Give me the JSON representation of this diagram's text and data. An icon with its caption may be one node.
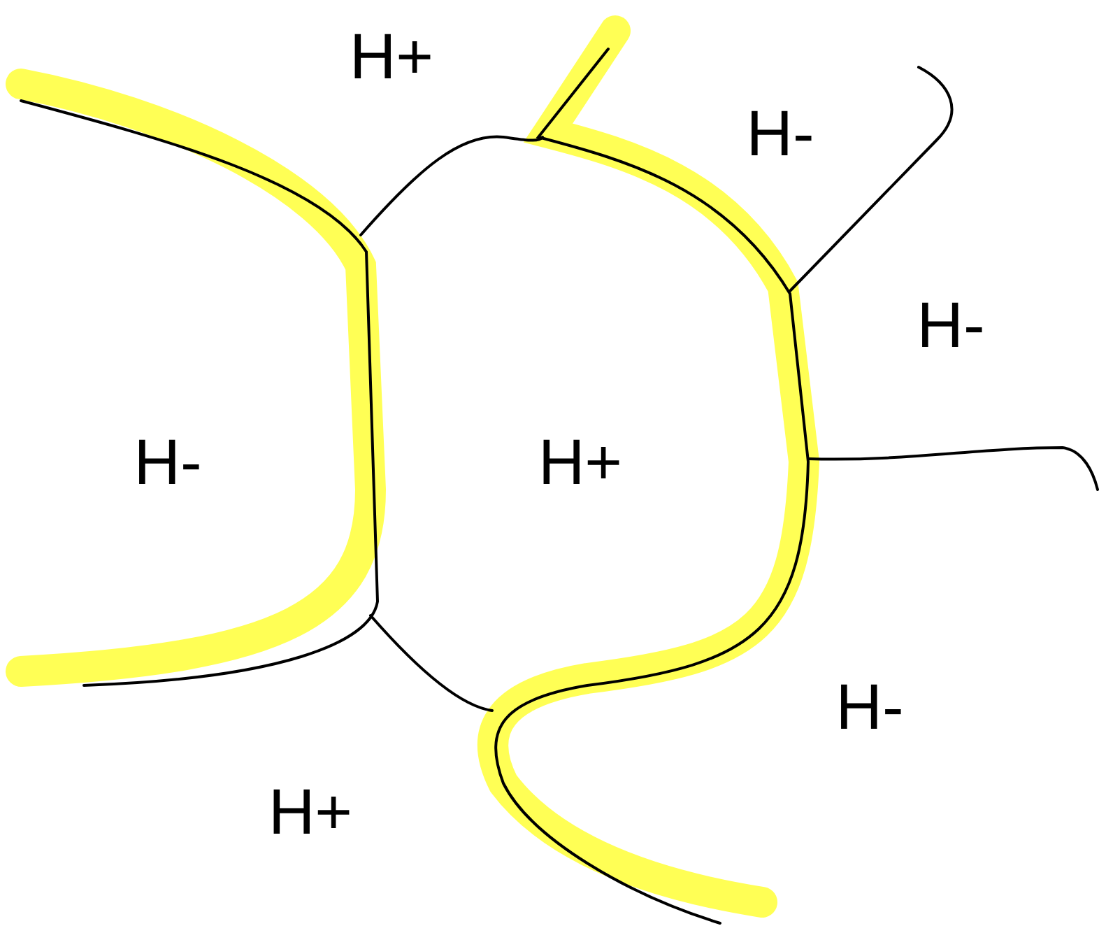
{
  "diagram": {
    "labels": [
      "H+",
      "H-",
      "H-",
      "H-",
      "H+",
      "H-",
      "H+"
    ]
  }
}
